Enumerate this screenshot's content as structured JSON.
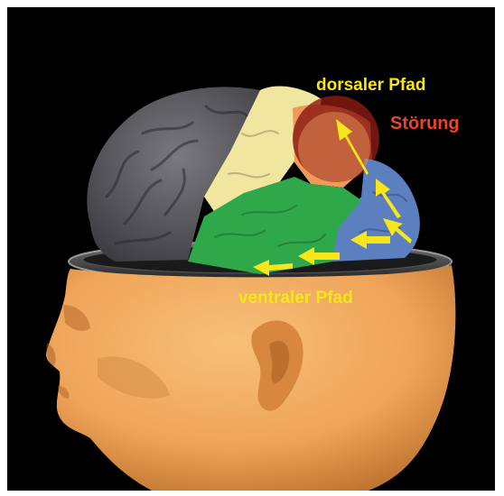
{
  "labels": {
    "dorsal_path": "dorsaler Pfad",
    "disturbance": "Störung",
    "ventral_path": "ventraler Pfad"
  },
  "colors": {
    "background": "#000000",
    "frame": "#ffffff",
    "skin": "#f2a95c",
    "brain_gray": "#5e5e62",
    "parietal_yellow": "#f3eaa4",
    "visual_orange": "#f09a5a",
    "temporal_green": "#2fa84a",
    "occipital_blue": "#5c7fc0",
    "lesion_red": "#8a1a12",
    "arrow_yellow": "#f7e61a",
    "label_yellow": "#f7e61a",
    "label_red": "#e8452a"
  }
}
